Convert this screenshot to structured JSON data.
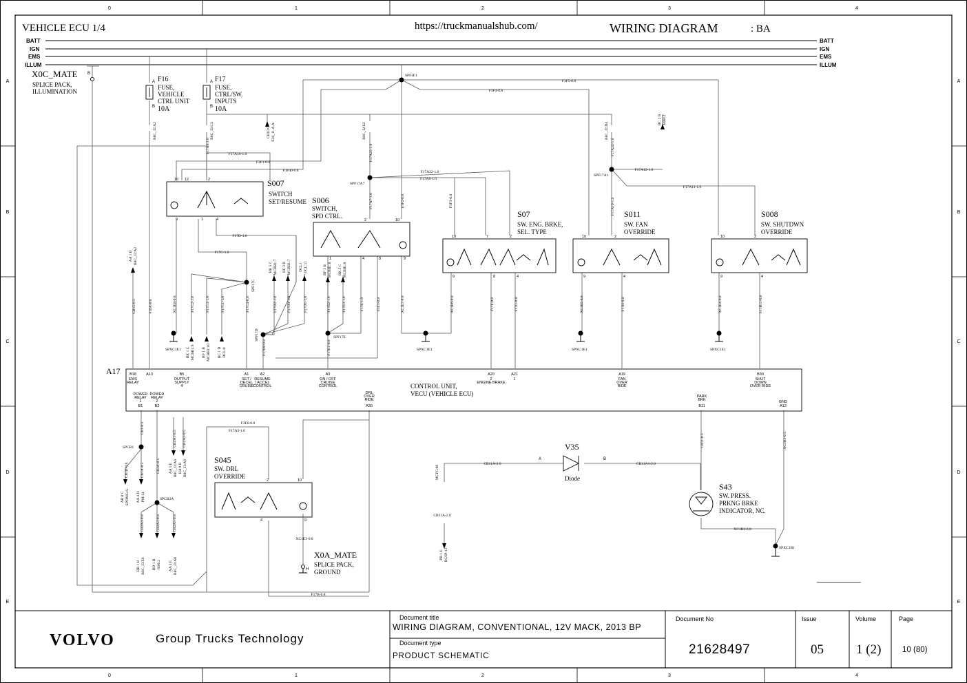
{
  "header": {
    "sheet_title": "VEHICLE ECU 1/4",
    "url": "https://truckmanualshub.com/",
    "diagram_title": "WIRING DIAGRAM",
    "variant": ": BA"
  },
  "grid": {
    "columns": [
      "0",
      "1",
      "2",
      "3",
      "4"
    ],
    "rows": [
      "A",
      "B",
      "C",
      "D",
      "E"
    ]
  },
  "buses": {
    "batt": "BATT",
    "ign": "IGN",
    "ems": "EMS",
    "illum": "ILLUM"
  },
  "components": {
    "x0c": {
      "id": "X0C_MATE",
      "pin": "B",
      "desc1": "SPLICE PACK,",
      "desc2": "ILLUMINATION"
    },
    "f16": {
      "id": "F16",
      "desc1": "FUSE,",
      "desc2": "VEHICLE",
      "desc3": "CTRL UNIT",
      "rating": "10A",
      "pin_a": "A",
      "pin_b": "B"
    },
    "f17": {
      "id": "F17",
      "desc1": "FUSE,",
      "desc2": "CTRL/SW.",
      "desc3": "INPUTS",
      "rating": "10A",
      "pin_a": "A",
      "pin_b": "B"
    },
    "s007": {
      "id": "S007",
      "desc1": "SWITCH",
      "desc2": "SET/RESUME"
    },
    "s006": {
      "id": "S006",
      "desc1": "SWITCH,",
      "desc2": "SPD CTRL."
    },
    "s07": {
      "id": "S07",
      "desc1": "SW. ENG. BRKE,",
      "desc2": "SEL. TYPE"
    },
    "s011": {
      "id": "S011",
      "desc1": "SW. FAN",
      "desc2": "OVERRIDE"
    },
    "s008": {
      "id": "S008",
      "desc1": "SW. SHUTDWN",
      "desc2": "OVERRIDE"
    },
    "a17": {
      "id": "A17",
      "desc1": "CONTROL UNIT,",
      "desc2": "VECU (VEHICLE ECU)"
    },
    "s045": {
      "id": "S045",
      "desc1": "SW. DRL",
      "desc2": "OVERRIDE"
    },
    "v35": {
      "id": "V35",
      "desc": "Diode",
      "pin_a": "A",
      "pin_b": "B"
    },
    "s43": {
      "id": "S43",
      "desc1": "SW. PRESS.",
      "desc2": "PRKNG BRKE",
      "desc3": "INDICATOR, NC."
    },
    "x0a": {
      "id": "X0A_MATE",
      "pin": "H",
      "desc1": "SPLICE PACK,",
      "desc2": "GROUND"
    }
  },
  "a17_pins": [
    {
      "pin": "B18",
      "l1": "EMS",
      "l2": "RELAY",
      "l3": ""
    },
    {
      "pin": "A13",
      "l1": "",
      "l2": "",
      "l3": ""
    },
    {
      "pin": "B5",
      "l1": "OUTPUT",
      "l2": "SUPPLY",
      "l3": "4"
    },
    {
      "pin": "A1",
      "l1": "SET /",
      "l2": "DECEL",
      "l3": "CRUISE"
    },
    {
      "pin": "A2",
      "l1": "RESUME",
      "l2": "/ ACCEL",
      "l3": "CONTROL"
    },
    {
      "pin": "A3",
      "l1": "ON / OFF",
      "l2": "CRUISE",
      "l3": "CONTROL"
    },
    {
      "pin": "A20",
      "l1": "2",
      "l2": "ENGINE BRAKE",
      "l3": ""
    },
    {
      "pin": "A21",
      "l1": "1",
      "l2": "",
      "l3": ""
    },
    {
      "pin": "A19",
      "l1": "FAN",
      "l2": "OVER",
      "l3": "RIDE"
    },
    {
      "pin": "B30",
      "l1": "SHUT",
      "l2": "DOWN",
      "l3": "OVER RIDE"
    }
  ],
  "a17_bottom_pins": [
    {
      "pin": "B1",
      "l1": "POWER",
      "l2": "RELAY",
      "l3": "1"
    },
    {
      "pin": "B2",
      "l1": "POWER",
      "l2": "RELAY",
      "l3": "2"
    },
    {
      "pin": "A30",
      "l1": "DRL",
      "l2": "OVER",
      "l3": "RIDE"
    },
    {
      "pin": "B11",
      "l1": "PARK",
      "l2": "BRK",
      "l3": ""
    },
    {
      "pin": "A12",
      "l1": "GND",
      "l2": "",
      "l3": ""
    }
  ],
  "wires": {
    "f3f5": "F3F5-0.8",
    "f3f4": "F3F4-0.8",
    "f3f1": "F3F1-0.8",
    "f3f40": "F3F40-0.8",
    "f17a16": "F17A16-1.0",
    "f17a22": "F17A22-1.0",
    "f17a8": "F17A8-1.0",
    "f17a12": "F17A12-1.0",
    "f17a11": "F17A11-1.0",
    "f17a6": "F17A6-1.0",
    "f17a25": "F17A25-1.0",
    "f17a24": "F17A24-1.0",
    "f17a7": "F17A7-1.0",
    "f3f2": "F3F2-0.8",
    "f3f3": "F3F3-0.8",
    "f17a10": "F17A10-1.0",
    "f17d": "F17D-1.0",
    "f17c": "F17C-1.0",
    "cb15": "CB15-0.5",
    "f16a": "F16A-0.8",
    "xc1e8": "XC1E8-0.8",
    "f17c2": "F17C2-1.0",
    "f17c3": "F17C3-1.0",
    "f17c1": "F17C1-1.0",
    "f17c4": "F17C4-0.8",
    "f17d2": "F17D2-1.0",
    "f17d3": "F17D3-1.0",
    "f17d1": "F17D1-1.0",
    "f17e2": "F17E2-1.0",
    "f17e3": "F17E3-1.0",
    "f17e": "F17E-1.0",
    "f17e1": "F17E1-0.8",
    "xc1e7": "XC1E7-0.8",
    "xc1e6": "XC1E6-0.8",
    "f17f": "F17F-0.8",
    "f17g": "F17G-0.8",
    "xc1e5": "XC1E5-0.8",
    "f17h": "F17H-0.8",
    "xc1e4": "XC1E4-0.8",
    "f17b11": "F17B11-0.8",
    "f17d0": "F17D0-0.8",
    "cb1": "CB1-0.5",
    "cb1b": "CB1B-0.8",
    "cb1a": "CB1A-0.5",
    "cb2a1": "CB2A1-0.5",
    "cb2a": "CB2A-0.5",
    "cb2a2": "CB2A2-0.5",
    "cb2a4": "CB2A4-0.8",
    "cb2a3": "CB2A3-0.8",
    "cb2a5": "CB2A5-0.8",
    "f3f6": "F3F6-0.8",
    "f17a5": "F17A5-1.0",
    "xc1e3": "XC1E3-0.8",
    "f17b": "F17B-0.8",
    "cb11a": "CB11A-2.0",
    "cb11a1": "CB11A1-2.0",
    "cb11a_v": "CB11A-2.0",
    "cb11": "CB11-0.5",
    "xc1b3": "XC1B3-0.5",
    "xc1b2": "XC1B2-0.8"
  },
  "splices": {
    "spf3f1": "SPF3F1",
    "spf17a7": "SPF17A7",
    "spf17a1": "SPF17A1",
    "spf17c": "SPF17C",
    "spf17d": "SPF17D",
    "spf17e": "SPF17E",
    "spcb1": "SPCB1",
    "spcb2a": "SPCB2A",
    "spxc1e1": "SPXC1E1",
    "spxc1b1": "SPXC1B1"
  },
  "refs": {
    "b8c_j2a2": "B8C_J2:A2",
    "b8c_j2c4": "B8C_J2:C4",
    "cb10": "CB10 C",
    "e38": "E38_11.A.A",
    "b8c_j2e2": "B8C_J2:E2",
    "b8c_j2d4": "B8C_J2:D4",
    "bc2b": "BC 2 B",
    "b8h2": "B8H:2",
    "aa1b": "AA 1 B",
    "b8c_j2a2b": "B8C_J2:A2",
    "bk1c": "BK 1 C",
    "mcbb19": "MCBB1:9",
    "bf1b": "BF 1 B",
    "mcbb10": "MCBB1:10",
    "bc1d": "BC 1 D",
    "dcl8": "DCL:8",
    "bk5c": "BK 5 C",
    "mcbb17": "MCBB1:7",
    "bf3b": "BF 3 B",
    "mcbb17b": "MCBB1:7",
    "dcl1": "DCL1",
    "dcl_11": "DCL:11",
    "bf3b2": "BF 3 B",
    "mcbb18": "MCBB1:8",
    "bk5c2": "BK 5 C",
    "mcbb18b": "MCBB1:8",
    "ab0c": "AB 0 C",
    "epdmg": "EPDMG:G",
    "aa4d": "AA 4 D",
    "pm14": "PM:14",
    "aa5e": "AA 5 E",
    "b8c_j3a6": "B8C_J3:A6",
    "ha0b": "HA 0 B",
    "b8c_j3a6b": "B8C_J3:A6",
    "bb1b": "BB 1 B",
    "b8c_j3e8": "B8C_J3:E8",
    "bd1b": "BD 1 B",
    "s0h2": "S0H:2",
    "aa3e": "AA 3 E",
    "b8c_j3a6c": "B8C_J3:A6",
    "mcfc6": "MCFC:06",
    "pb1e": "PB 1 E",
    "rcsp13": "RCSP:13"
  },
  "title_block": {
    "brand": "VOLVO",
    "org": "Group Trucks Technology",
    "doc_title_label": "Document title",
    "doc_title": "WIRING DIAGRAM, CONVENTIONAL, 12V MACK, 2013 BP",
    "doc_type_label": "Document type",
    "doc_type": "PRODUCT SCHEMATIC",
    "doc_no_label": "Document No",
    "doc_no": "21628497",
    "issue_label": "Issue",
    "issue": "05",
    "volume_label": "Volume",
    "volume": "1 (2)",
    "page_label": "Page",
    "page": "10 (80)"
  }
}
